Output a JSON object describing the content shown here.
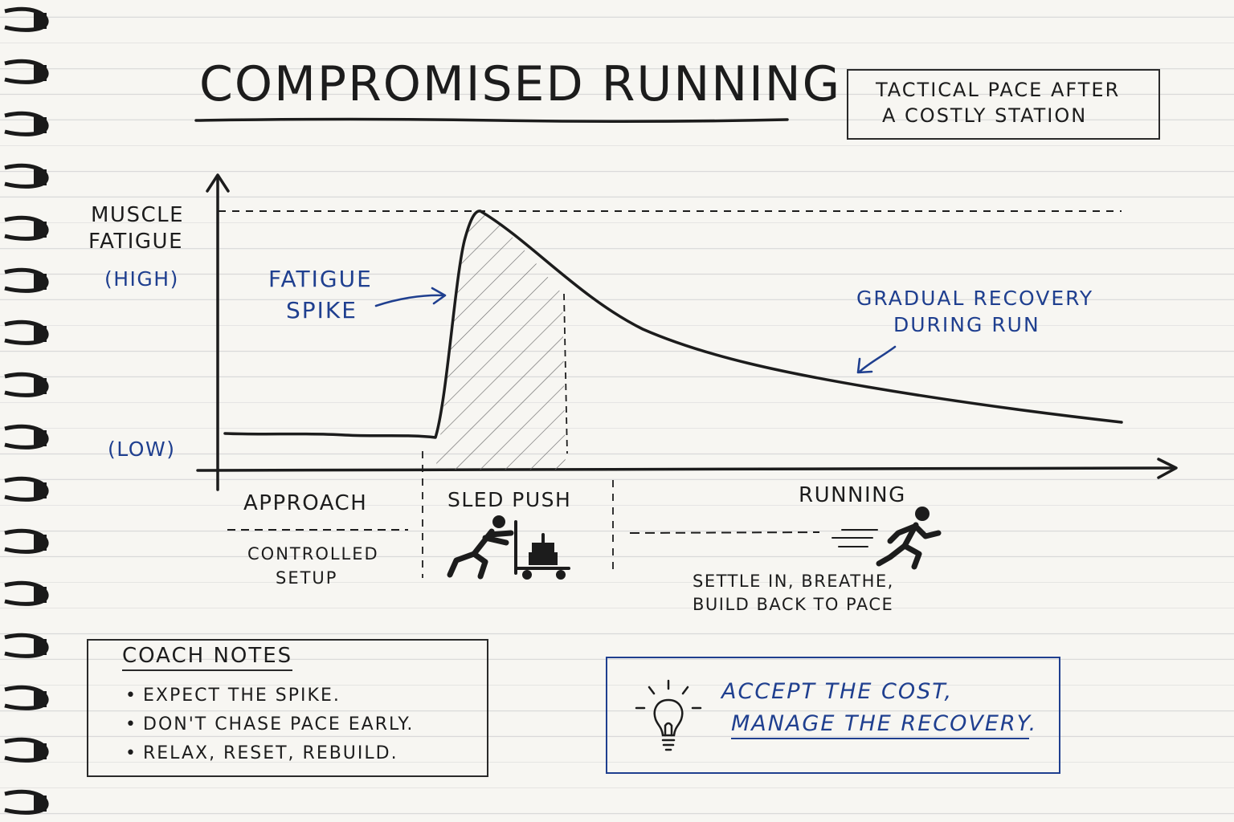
{
  "title": "Compromised Running",
  "subtitle": {
    "line1": "Tactical pace after",
    "line2": "a costly station"
  },
  "chart": {
    "y_axis": {
      "label_line1": "Muscle",
      "label_line2": "Fatigue",
      "high_label": "(High)",
      "low_label": "(Low)"
    },
    "annotations": {
      "spike_line1": "Fatigue",
      "spike_line2": "Spike",
      "recovery_line1": "Gradual recovery",
      "recovery_line2": "during run"
    },
    "phases": [
      {
        "name": "Approach",
        "note_line1": "Controlled",
        "note_line2": "setup"
      },
      {
        "name": "Sled Push"
      },
      {
        "name": "Running",
        "note_line1": "Settle in, breathe,",
        "note_line2": "build back to pace"
      }
    ],
    "icons": [
      "sled-push-figure-icon",
      "sled-icon",
      "runner-icon",
      "speed-lines-icon",
      "lightbulb-icon"
    ],
    "colors": {
      "ink": "#1c1c1c",
      "accent": "#1f3f8f"
    }
  },
  "coach_notes": {
    "heading": "Coach Notes",
    "items": [
      "Expect the spike.",
      "Don't chase pace early.",
      "Relax, reset, rebuild."
    ]
  },
  "callout": {
    "line1": "Accept the cost,",
    "line2": "manage the recovery",
    "line2_end": "."
  }
}
